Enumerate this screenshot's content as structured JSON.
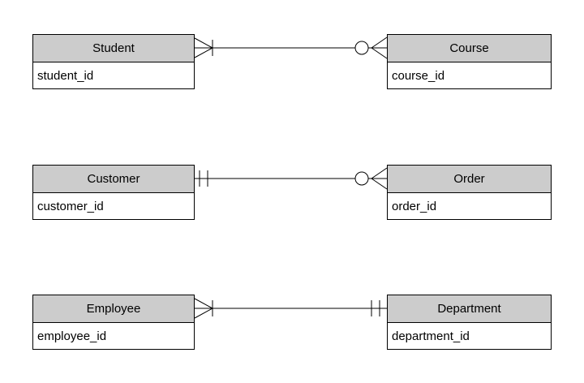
{
  "diagram": {
    "type": "entity-relationship-diagram",
    "entities": [
      {
        "name": "Student",
        "attribute": "student_id"
      },
      {
        "name": "Course",
        "attribute": "course_id"
      },
      {
        "name": "Customer",
        "attribute": "customer_id"
      },
      {
        "name": "Order",
        "attribute": "order_id"
      },
      {
        "name": "Employee",
        "attribute": "employee_id"
      },
      {
        "name": "Department",
        "attribute": "department_id"
      }
    ],
    "relationships": [
      {
        "from": "Student",
        "to": "Course",
        "from_cardinality": "one-or-many",
        "to_cardinality": "zero-or-many"
      },
      {
        "from": "Customer",
        "to": "Order",
        "from_cardinality": "exactly-one",
        "to_cardinality": "zero-or-many"
      },
      {
        "from": "Employee",
        "to": "Department",
        "from_cardinality": "one-or-many",
        "to_cardinality": "exactly-one"
      }
    ],
    "colors": {
      "header_fill": "#cccccc",
      "border": "#000000",
      "line": "#000000",
      "background": "#ffffff",
      "text": "#000000"
    }
  }
}
